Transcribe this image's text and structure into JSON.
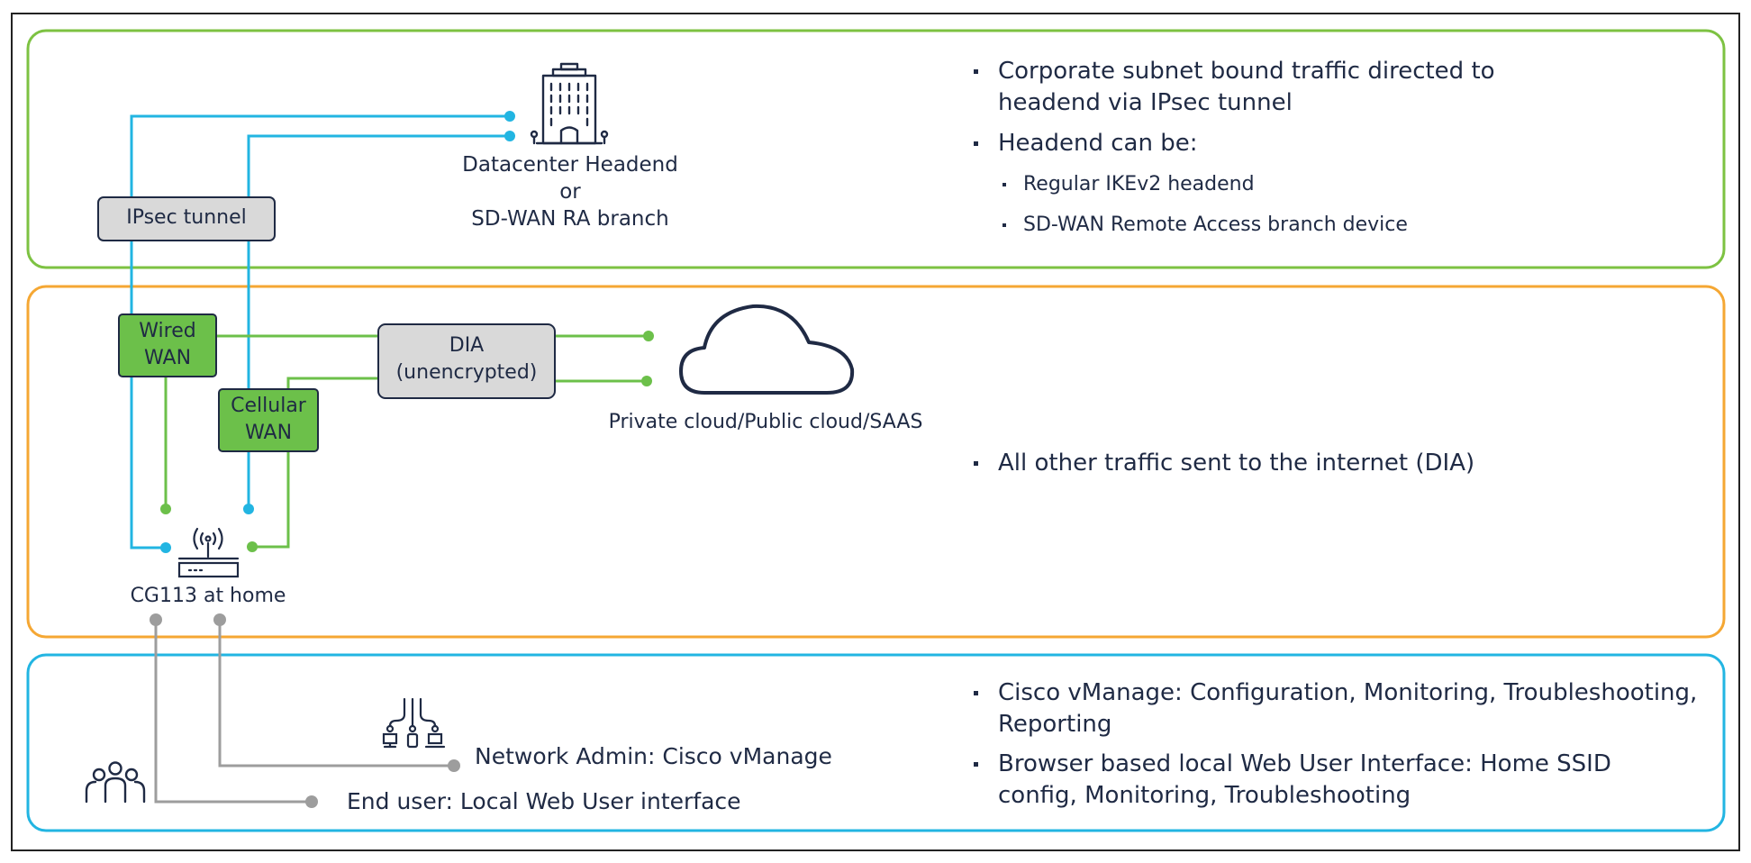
{
  "labels": {
    "datacenter_line1": "Datacenter Headend",
    "datacenter_line2": "or",
    "datacenter_line3": "SD-WAN RA branch",
    "ipsec_tunnel": "IPsec tunnel",
    "wired_wan_line1": "Wired",
    "wired_wan_line2": "WAN",
    "cellular_wan_line1": "Cellular",
    "cellular_wan_line2": "WAN",
    "dia_line1": "DIA",
    "dia_line2": "(unencrypted)",
    "cloud": "Private cloud/Public cloud/SAAS",
    "cg113": "CG113 at home",
    "network_admin": "Network Admin: Cisco vManage",
    "end_user": "End user: Local Web User interface"
  },
  "bullets": {
    "top": {
      "b1_line1": "Corporate subnet bound traffic directed to",
      "b1_line2": "headend via IPsec tunnel",
      "b2": "Headend can be:",
      "b2a": "Regular IKEv2 headend",
      "b2b": "SD-WAN Remote Access branch device"
    },
    "middle": {
      "b1": "All other traffic sent to the internet (DIA)"
    },
    "bottom": {
      "b1_line1": "Cisco vManage: Configuration, Monitoring, Troubleshooting,",
      "b1_line2": "Reporting",
      "b2_line1": "Browser based local Web User Interface: Home SSID",
      "b2_line2": "config, Monitoring, Troubleshooting"
    }
  },
  "colors": {
    "green_border": "#7dc242",
    "orange_border": "#f5a733",
    "blue_border": "#22b5e2",
    "blue_line": "#22b5e2",
    "green_line": "#6cc04a",
    "gray_line": "#9d9d9d",
    "wan_fill": "#6cc04a",
    "gray_box": "#d9d9d9",
    "navy": "#1f2a44"
  }
}
